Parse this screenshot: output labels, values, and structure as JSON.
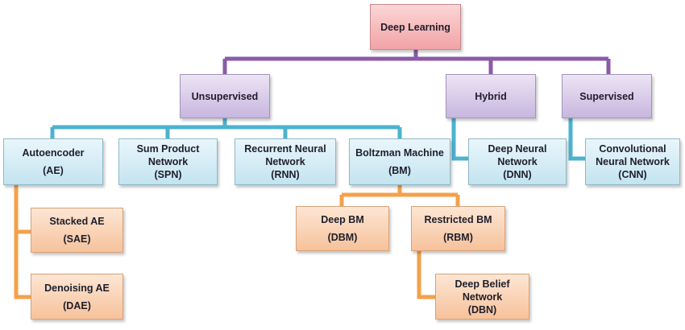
{
  "root": {
    "label": "Deep Learning"
  },
  "categories": {
    "unsupervised": {
      "label": "Unsupervised"
    },
    "hybrid": {
      "label": "Hybrid"
    },
    "supervised": {
      "label": "Supervised"
    }
  },
  "models": {
    "ae": {
      "line1": "Autoencoder",
      "line2": "(AE)"
    },
    "spn": {
      "line1": "Sum Product",
      "line2": "Network",
      "line3": "(SPN)"
    },
    "rnn": {
      "line1": "Recurrent Neural",
      "line2": "Network",
      "line3": "(RNN)"
    },
    "bm": {
      "line1": "Boltzman Machine",
      "line2": "(BM)"
    },
    "dnn": {
      "line1": "Deep Neural",
      "line2": "Network",
      "line3": "(DNN)"
    },
    "cnn": {
      "line1": "Convolutional",
      "line2": "Neural Network",
      "line3": "(CNN)"
    }
  },
  "submodels": {
    "sae": {
      "line1": "Stacked AE",
      "line2": "(SAE)"
    },
    "dae": {
      "line1": "Denoising AE",
      "line2": "(DAE)"
    },
    "dbm": {
      "line1": "Deep BM",
      "line2": "(DBM)"
    },
    "rbm": {
      "line1": "Restricted BM",
      "line2": "(RBM)"
    },
    "dbn": {
      "line1": "Deep Belief",
      "line2": "Network",
      "line3": "(DBN)"
    }
  },
  "colors": {
    "purple_connector": "#8a5ba8",
    "blue_connector": "#4cb3cf",
    "orange_connector": "#f5a04a"
  }
}
